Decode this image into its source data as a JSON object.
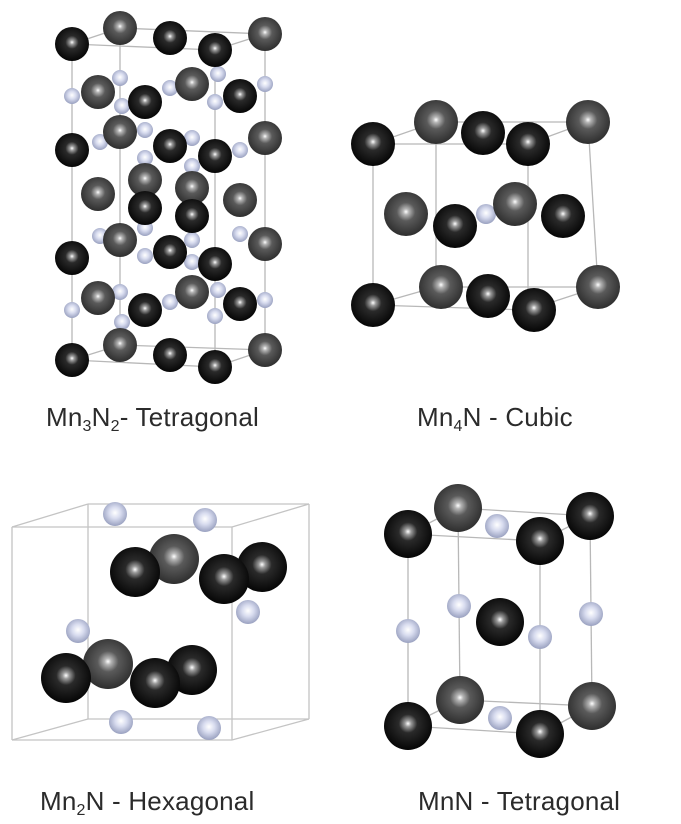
{
  "figure": {
    "structures": [
      {
        "id": "mn3n2",
        "formula": "Mn",
        "sub1": "3",
        "formula_mid": "N",
        "sub2": "2",
        "suffix": "- Tetragonal"
      },
      {
        "id": "mn4n",
        "formula": "Mn",
        "sub1": "4",
        "formula_mid": "N",
        "sub2": "",
        "suffix": " - Cubic"
      },
      {
        "id": "mn2n",
        "formula": "Mn",
        "sub1": "2",
        "formula_mid": "N",
        "sub2": "",
        "suffix": " - Hexagonal"
      },
      {
        "id": "mnn",
        "formula": "MnN",
        "sub1": "",
        "formula_mid": "",
        "sub2": "",
        "suffix": " - Tetragonal"
      }
    ]
  },
  "legend_colors": {
    "mn_dark": "#0a0a0a",
    "mn_gray": "#4a4a4a",
    "n_atom": "#b8bfd8",
    "cell_edge": "#b0b0b0"
  }
}
